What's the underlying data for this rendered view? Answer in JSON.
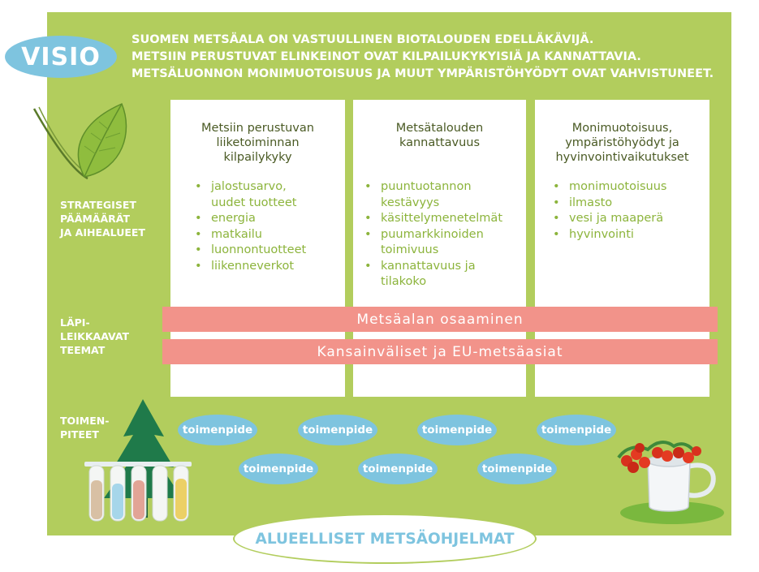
{
  "vision": {
    "label": "VISIO",
    "lines": [
      "SUOMEN METSÄALA ON VASTUULLINEN BIOTALOUDEN EDELLÄKÄVIJÄ.",
      "METSIIN PERUSTUVAT ELINKEINOT OVAT KILPAILUKYKYISIÄ JA KANNATTAVIA.",
      "METSÄLUONNON MONIMUOTOISUUS JA MUUT YMPÄRISTÖHYÖDYT OVAT VAHVISTUNEET."
    ]
  },
  "side_labels": {
    "strategic": [
      "STRATEGISET",
      "PÄÄMÄÄRÄT",
      "JA AIHEALUEET"
    ],
    "cross_cutting": [
      "LÄPI-",
      "LEIKKAAVAT",
      "TEEMAT"
    ],
    "actions": [
      "TOIMEN-",
      "PITEET"
    ]
  },
  "columns": [
    {
      "title": [
        "Metsiin perustuvan",
        "liiketoiminnan",
        "kilpailykyky"
      ],
      "items": [
        "jalostusarvo, uudet tuotteet",
        "energia",
        "matkailu",
        "luonnontuotteet",
        "liikenneverkot"
      ]
    },
    {
      "title": [
        "Metsätalouden",
        "kannattavuus"
      ],
      "items": [
        "puuntuotannon kestävyys",
        "käsittelymenetelmät",
        "puumarkkinoiden toimivuus",
        "kannattavuus ja tilakoko"
      ]
    },
    {
      "title": [
        "Monimuotoisuus,",
        "ympäristöhyödyt ja",
        "hyvinvointivaikutukset"
      ],
      "items": [
        "monimuotoisuus",
        "ilmasto",
        "vesi ja maaperä",
        "hyvinvointi"
      ]
    }
  ],
  "themes": [
    "Metsäalan osaaminen",
    "Kansainväliset ja EU-metsäasiat"
  ],
  "actions": [
    "toimenpide",
    "toimenpide",
    "toimenpide",
    "toimenpide",
    "toimenpide",
    "toimenpide",
    "toimenpide"
  ],
  "regional": "ALUEELLISET METSÄOHJELMAT",
  "colors": {
    "panel": "#b2cd5d",
    "oval_blue": "#7ec4df",
    "theme_band": "#f2938a",
    "list_text": "#8cb43c",
    "title_text": "#4a5a24"
  },
  "icons": [
    "birch-leaf-icon",
    "spruce-tree-icon",
    "test-tubes-icon",
    "berries-mug-icon"
  ]
}
